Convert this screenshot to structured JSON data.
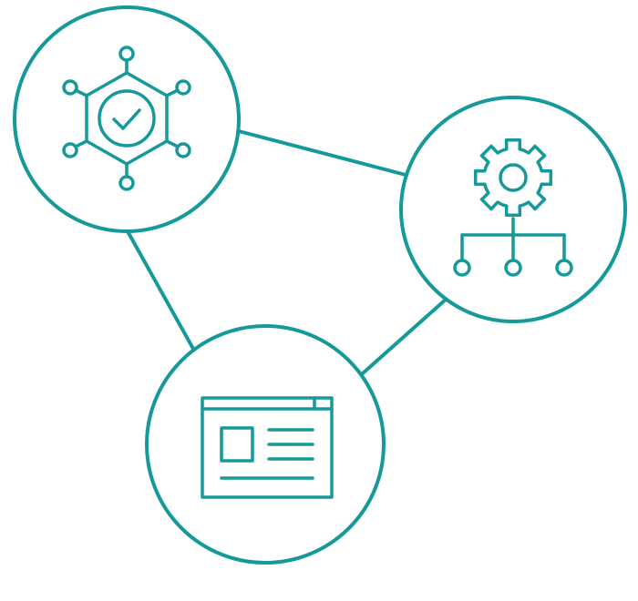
{
  "colors": {
    "accent": "#15999a",
    "background": "#ffffff"
  },
  "nodes": [
    {
      "id": "validation",
      "icon": "verified-hexagon-network-icon"
    },
    {
      "id": "configuration",
      "icon": "gear-hierarchy-icon"
    },
    {
      "id": "interface",
      "icon": "browser-window-layout-icon"
    }
  ],
  "connections": [
    {
      "from": "validation",
      "to": "configuration"
    },
    {
      "from": "configuration",
      "to": "interface"
    },
    {
      "from": "validation",
      "to": "interface"
    }
  ]
}
